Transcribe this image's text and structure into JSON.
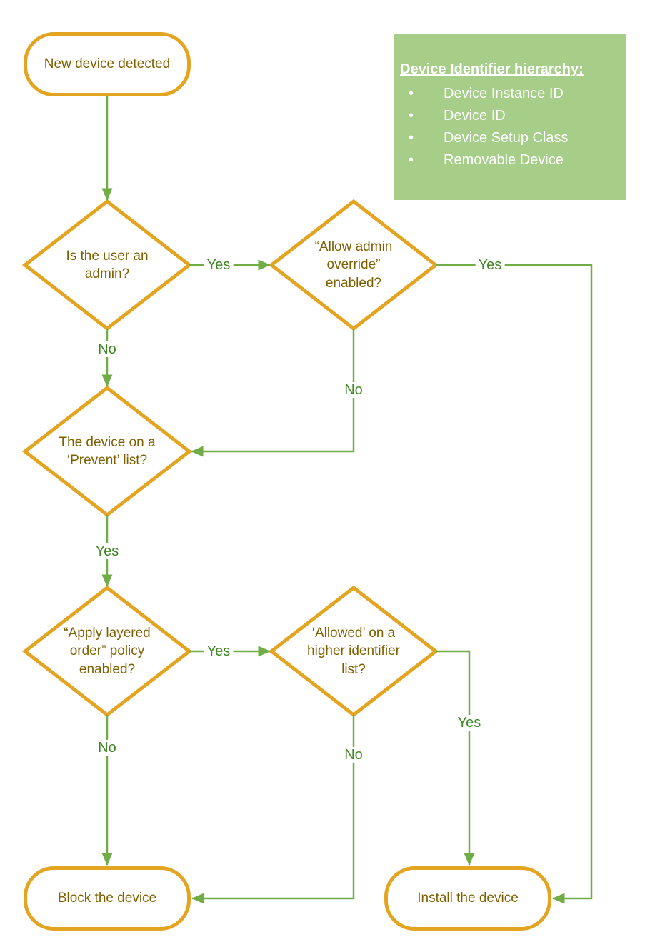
{
  "colors": {
    "shape_border": "#E3A521",
    "connector_green": "#70AD47",
    "edge_label_green": "#3F8624",
    "node_text": "#7F6000",
    "legend_bg": "#A6CE89",
    "legend_text": "#FFFFFF"
  },
  "legend": {
    "title": "Device Identifier hierarchy:",
    "items": [
      "Device Instance ID",
      "Device ID",
      "Device Setup Class",
      "Removable Device"
    ]
  },
  "nodes": {
    "start": "New device detected",
    "admin": "Is the user an\nadmin?",
    "override": "“Allow admin\noverride”\nenabled?",
    "prevent": "The device on a\n‘Prevent’ list?",
    "layered": "“Apply layered\norder” policy\nenabled?",
    "allowed": "‘Allowed’ on a\nhigher identifier\nlist?",
    "block": "Block the device",
    "install": "Install the device"
  },
  "edge_labels": {
    "admin_yes": "Yes",
    "admin_no": "No",
    "override_yes": "Yes",
    "override_no": "No",
    "prevent_yes": "Yes",
    "layered_yes": "Yes",
    "layered_no": "No",
    "allowed_yes": "Yes",
    "allowed_no": "No"
  }
}
